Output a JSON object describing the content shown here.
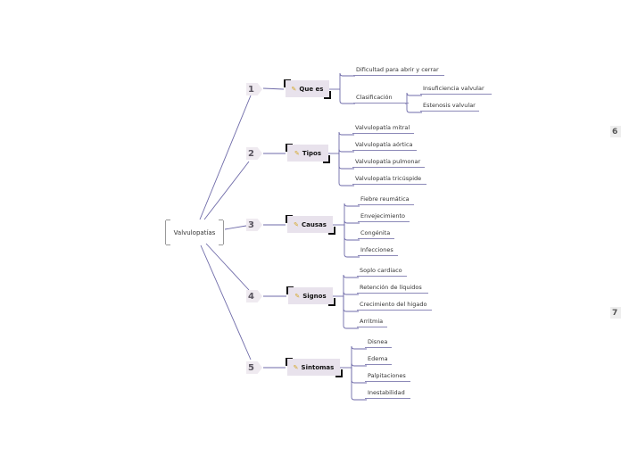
{
  "root": {
    "label": "Valvulopatías"
  },
  "branches": [
    {
      "number": "1",
      "label": "Que es",
      "children": [
        {
          "label": "Dificultad para abrir y cerrar"
        },
        {
          "label": "Clasificación",
          "children": [
            {
              "label": "Insuficiencia valvular"
            },
            {
              "label": "Estenosis valvular"
            }
          ]
        }
      ]
    },
    {
      "number": "2",
      "label": "Tipos",
      "children": [
        {
          "label": "Valvulopatía mitral"
        },
        {
          "label": "Valvulopatía aórtica"
        },
        {
          "label": "Valvulopatía pulmonar"
        },
        {
          "label": "Valvulopatía tricúspide"
        }
      ]
    },
    {
      "number": "3",
      "label": "Causas",
      "children": [
        {
          "label": "Fiebre reumática"
        },
        {
          "label": "Envejecimiento"
        },
        {
          "label": "Congénita"
        },
        {
          "label": "Infecciones"
        }
      ]
    },
    {
      "number": "4",
      "label": "Signos",
      "children": [
        {
          "label": "Soplo cardiaco"
        },
        {
          "label": "Retención de líquidos"
        },
        {
          "label": "Crecimiento del higado"
        },
        {
          "label": "Arritmia"
        }
      ]
    },
    {
      "number": "5",
      "label": "Sintomas",
      "children": [
        {
          "label": "Disnea"
        },
        {
          "label": "Edema"
        },
        {
          "label": "Palpitaciones"
        },
        {
          "label": "Inestabilidad"
        }
      ]
    }
  ],
  "side_markers": [
    {
      "label": "6"
    },
    {
      "label": "7"
    }
  ],
  "colors": {
    "connector": "#6e6aa8",
    "topic_bg": "#e8e2ec",
    "accent": "#d4a82a"
  }
}
